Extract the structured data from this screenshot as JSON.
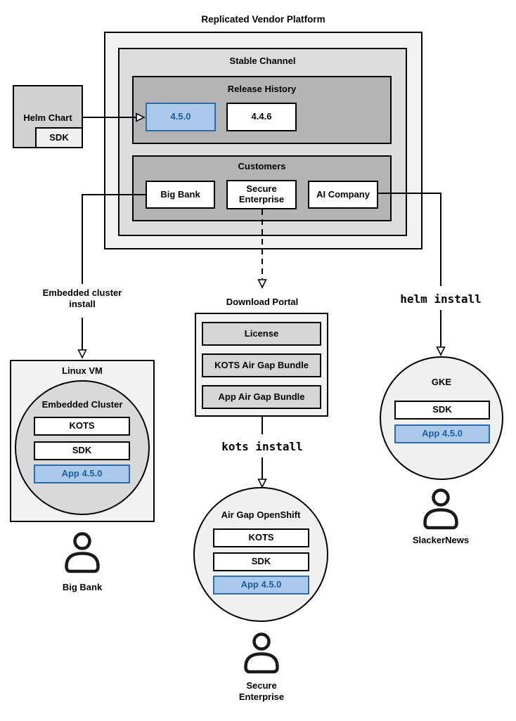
{
  "title": "Replicated Vendor Platform",
  "colors": {
    "accent_fill": "#abc9ea",
    "accent_border": "#2d6bad",
    "accent_text": "#1c5d9f",
    "box_light": "#f2f2f2",
    "box_mid": "#dcdcdc",
    "box_dark": "#b4b4b4"
  },
  "platform": {
    "stable_channel": {
      "label": "Stable Channel"
    },
    "release_history": {
      "label": "Release History",
      "releases": [
        {
          "label": "4.5.0",
          "highlighted": true
        },
        {
          "label": "4.4.6",
          "highlighted": false
        }
      ]
    },
    "customers": {
      "label": "Customers",
      "items": [
        "Big Bank",
        "Secure Enterprise",
        "AI Company"
      ]
    }
  },
  "helm_chart": {
    "label": "Helm Chart",
    "sdk_label": "SDK"
  },
  "flows": {
    "left": {
      "method": "Embedded cluster install",
      "vm_label": "Linux VM",
      "cluster_label": "Embedded Cluster",
      "components": [
        "KOTS",
        "SDK",
        "App 4.5.0"
      ],
      "persona": "Big Bank"
    },
    "middle": {
      "portal_label": "Download Portal",
      "portal_items": [
        "License",
        "KOTS Air Gap Bundle",
        "App Air Gap Bundle"
      ],
      "command": "kots install",
      "cluster_label": "Air Gap OpenShift",
      "components": [
        "KOTS",
        "SDK",
        "App 4.5.0"
      ],
      "persona": "Secure Enterprise"
    },
    "right": {
      "command": "helm install",
      "cluster_label": "GKE",
      "components": [
        "SDK",
        "App 4.5.0"
      ],
      "persona": "SlackerNews"
    }
  }
}
